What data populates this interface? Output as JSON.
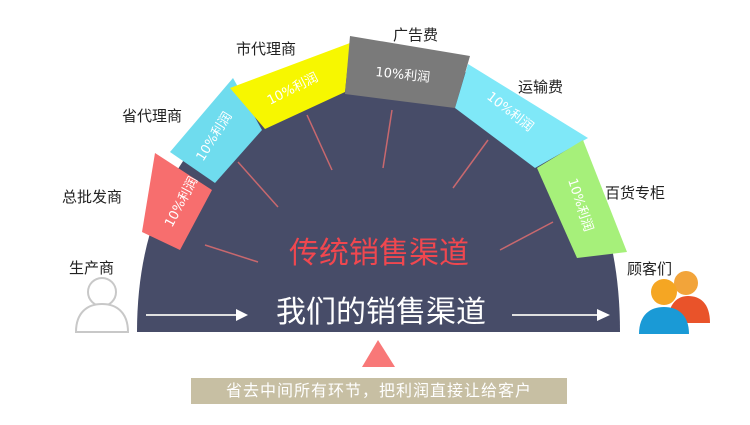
{
  "title_traditional": "传统销售渠道",
  "title_ours": "我们的销售渠道",
  "banner_text": "省去中间所有环节，把利润直接让给客户",
  "producer_label": "生产商",
  "customer_label": "顾客们",
  "segments": [
    {
      "label": "总批发商",
      "margin": "10%利润",
      "color": "#f76e6e"
    },
    {
      "label": "省代理商",
      "margin": "10%利润",
      "color": "#6fdcee"
    },
    {
      "label": "市代理商",
      "margin": "10%利润",
      "color": "#f7f700"
    },
    {
      "label": "广告费",
      "margin": "10%利润",
      "color": "#7a7a7a"
    },
    {
      "label": "运输费",
      "margin": "10%利润",
      "color": "#7fe8f8"
    },
    {
      "label": "百货专柜",
      "margin": "10%利润",
      "color": "#a6f07a"
    }
  ],
  "colors": {
    "disc": "#474c68",
    "traditional_text": "#f0474f",
    "ray": "#c8686e",
    "triangle": "#f87878",
    "banner_bg": "#c7bfa3"
  }
}
